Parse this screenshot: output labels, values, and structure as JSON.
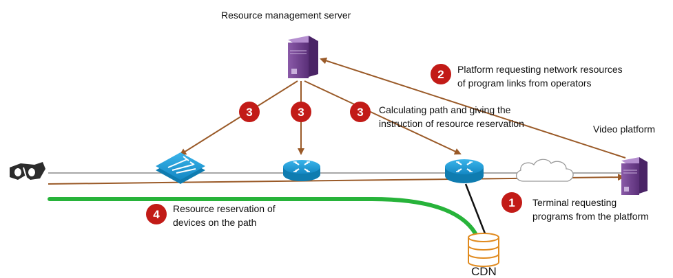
{
  "labels": {
    "server_title": "Resource management server",
    "step2_line1": "Platform requesting network resources",
    "step2_line2": "of program links from operators",
    "step3_line1": "Calculating path and giving the",
    "step3_line2": "instruction of resource reservation",
    "video_platform": "Video platform",
    "step1_line1": "Terminal requesting",
    "step1_line2": "programs from the platform",
    "step4_line1": "Resource reservation of",
    "step4_line2": "devices on the path",
    "cdn": "CDN"
  },
  "badges": {
    "b1": "1",
    "b2": "2",
    "b3a": "3",
    "b3b": "3",
    "b3c": "3",
    "b4": "4"
  },
  "colors": {
    "arrow": "#9a5a28",
    "badge": "#c21b17",
    "green_path": "#27b33a",
    "device_blue": "#1c9bd6",
    "server_purple": "#6e3f8f",
    "cdn_orange": "#e08a1e"
  }
}
